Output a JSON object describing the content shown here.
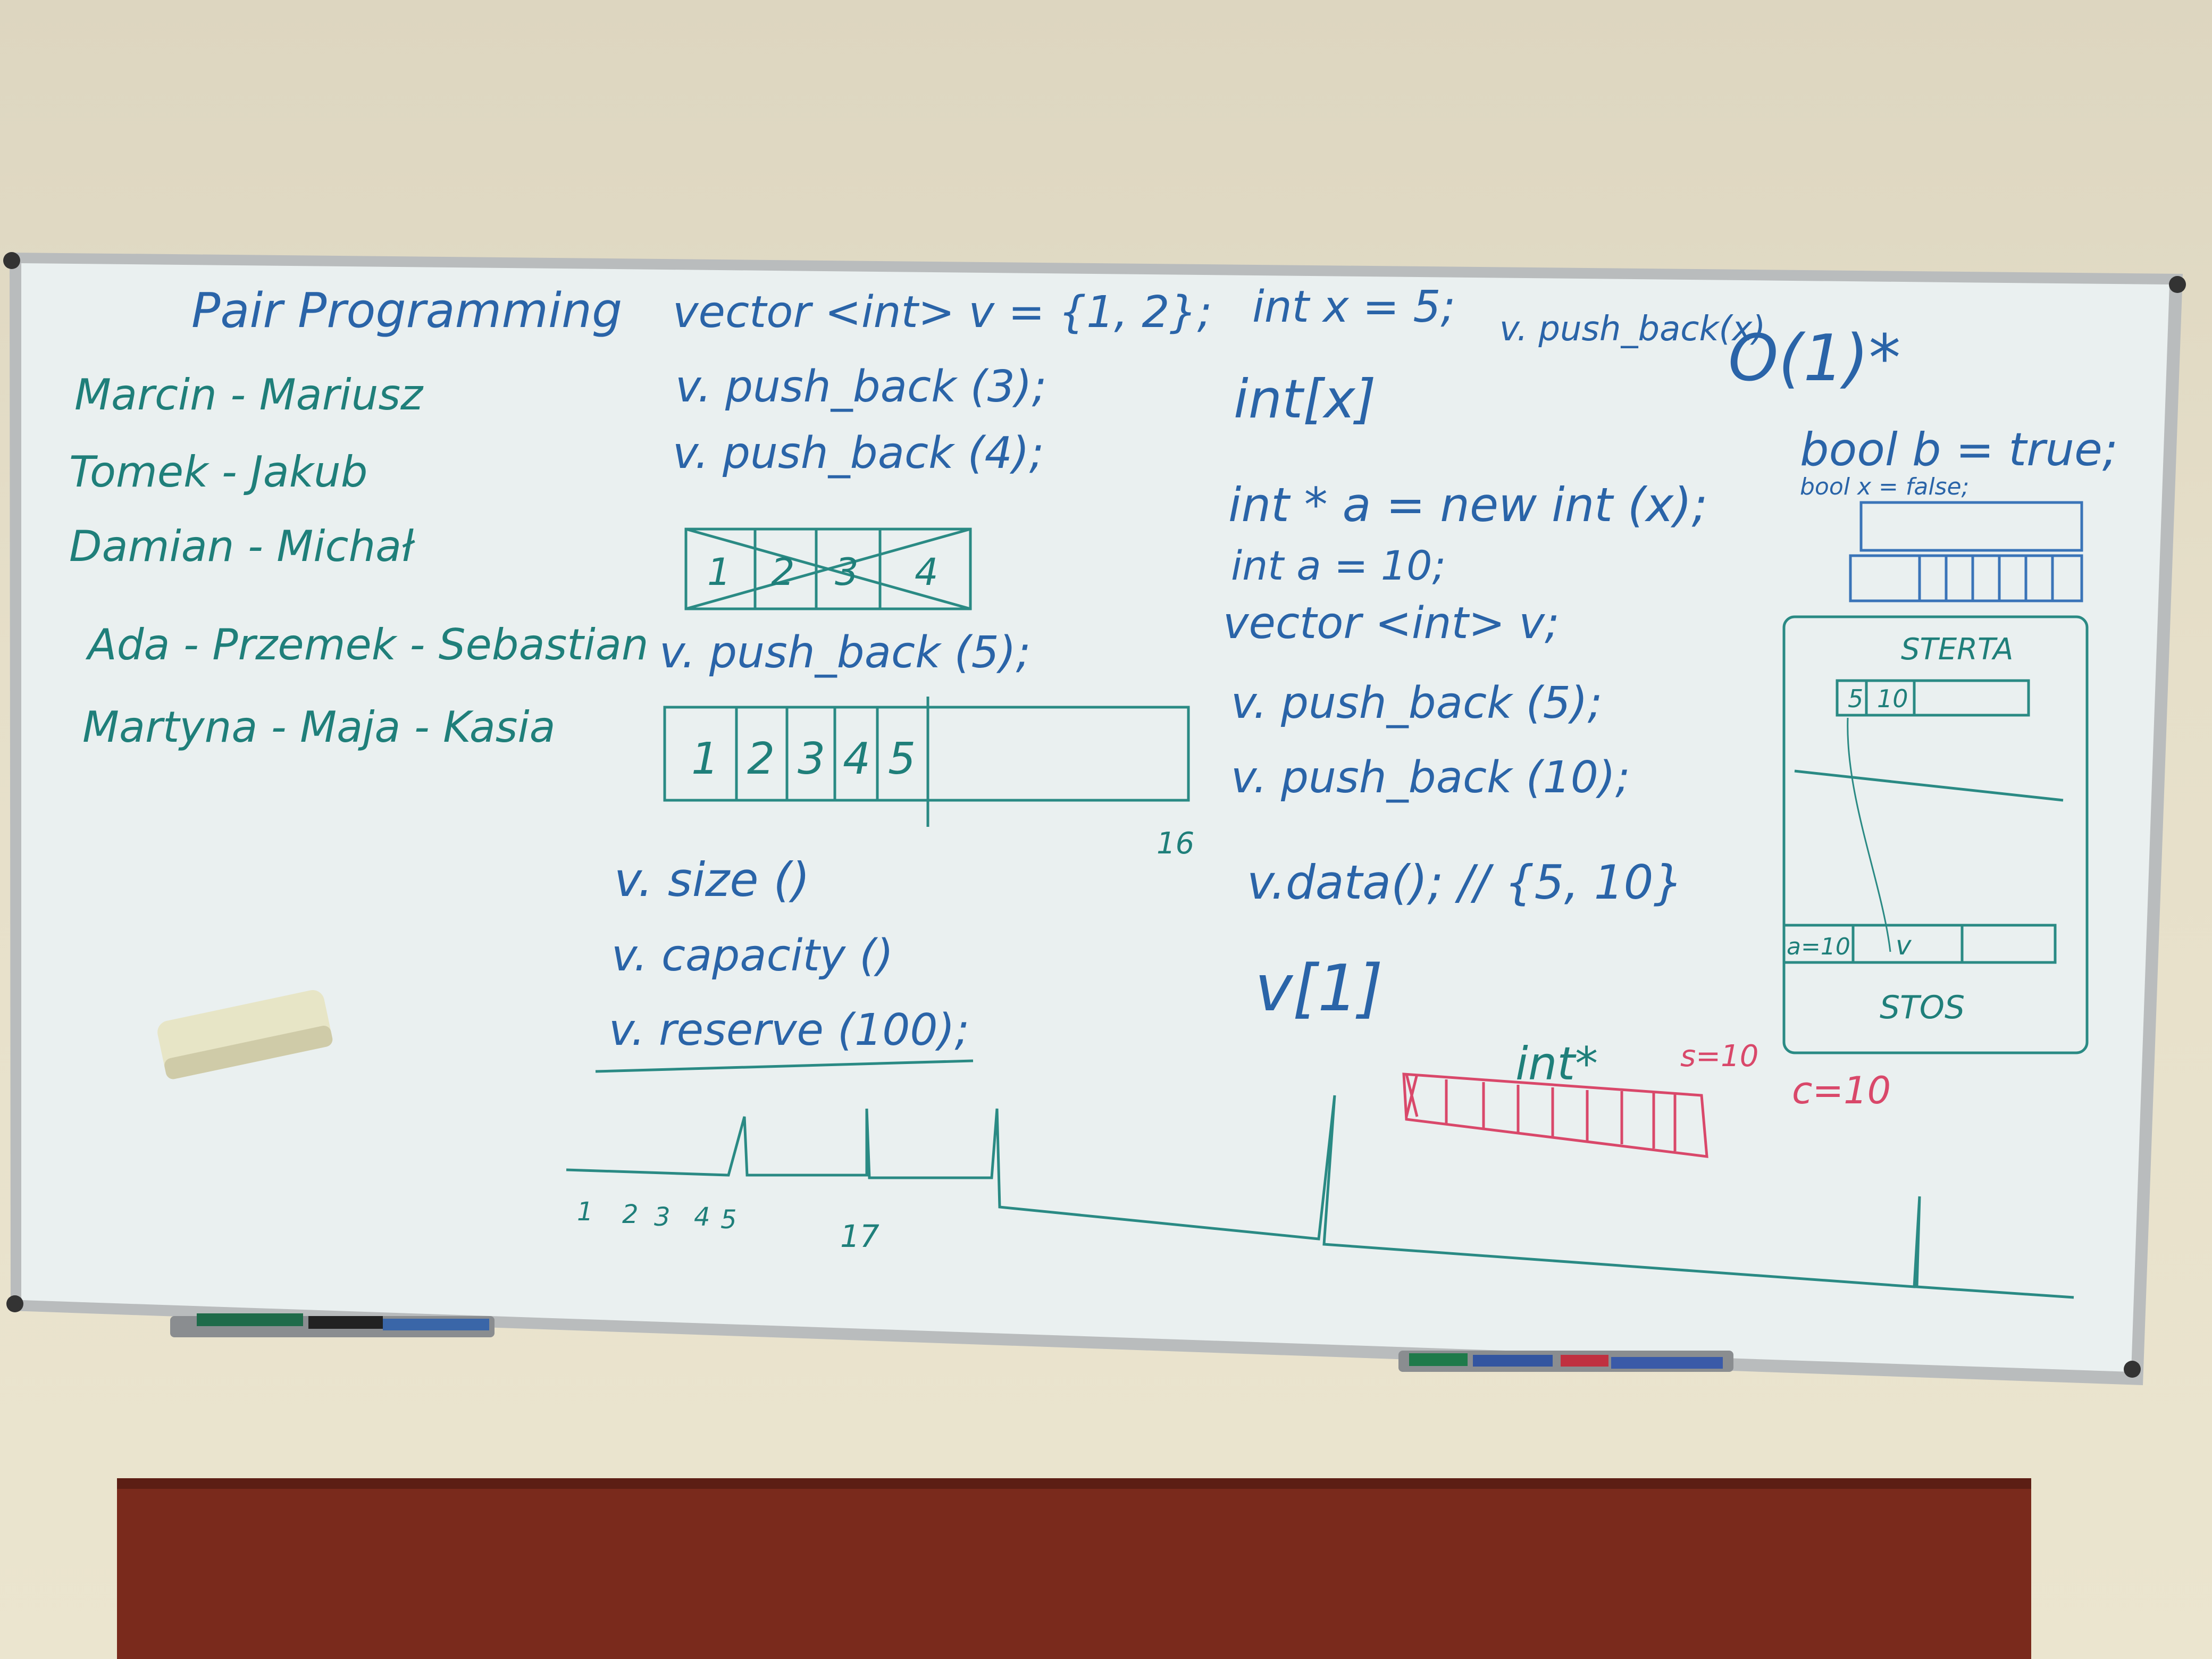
{
  "board": {
    "left_column": {
      "title": "Pair Programming",
      "pairs": [
        "Marcin - Mariusz",
        "Tomek - Jakub",
        "Damian - Michał",
        "Ada - Przemek - Sebastian",
        "Martyna - Maja - Kasia"
      ]
    },
    "middle_column": {
      "lines_top": [
        "vector <int> v = {1, 2};",
        "v. push_back (3);",
        "v. push_back (4);"
      ],
      "array1_cells": [
        "1",
        "2",
        "3",
        "4"
      ],
      "push5": "v. push_back (5);",
      "array2_cells": [
        "1",
        "2",
        "3",
        "4",
        "5"
      ],
      "array2_end_label": "16",
      "lines_bottom": [
        "v. size ()",
        "v. capacity ()",
        "v. reserve (100);"
      ],
      "graph_labels": [
        "1",
        "2",
        "3",
        "4",
        "5",
        "17"
      ]
    },
    "right_column": {
      "lines": [
        "int x = 5;",
        "int[x]",
        "int * a = new int (x);",
        "int a = 10;",
        "vector <int> v;",
        "v. push_back (5);",
        "v. push_back (10);",
        "v.data(); // {5, 10}",
        "v[1]"
      ],
      "push_back_note": "v. push_back(x)",
      "complexity": "O(1)*",
      "int_ptr_label": "int*",
      "red_s": "s=10",
      "red_c": "c=10"
    },
    "memory_diagram": {
      "bool_line": "bool b = true;",
      "bool_line2": "bool x = false;",
      "heap_label": "STERTA",
      "heap_cells": [
        "5",
        "10"
      ],
      "stack_cells": [
        "a=10",
        "v"
      ],
      "stack_label": "STOS"
    }
  },
  "colors": {
    "wall": "#e6dfc9",
    "board": "#eef2f2",
    "frame": "#b9bcbd",
    "marker_teal": "#1f7f7a",
    "marker_blue": "#2a64a8",
    "marker_red": "#d9486a",
    "table": "#7a2a1c"
  },
  "objects": [
    "whiteboard",
    "eraser",
    "marker-tray-left",
    "marker-tray-right",
    "desk-edge"
  ]
}
